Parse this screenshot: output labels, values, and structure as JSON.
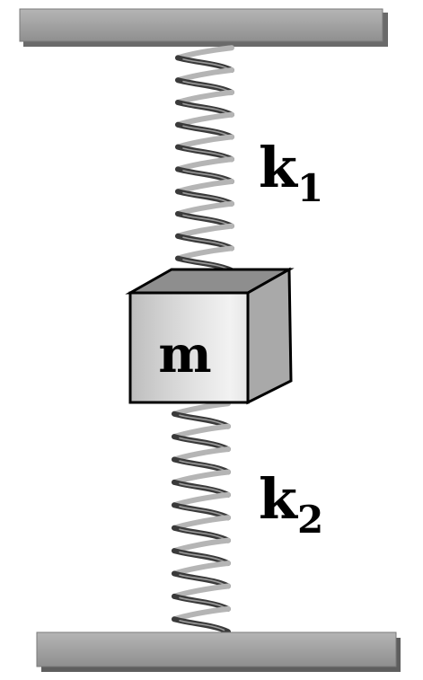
{
  "labels": {
    "top_spring_symbol": "k",
    "top_spring_subscript": "1",
    "bottom_spring_symbol": "k",
    "bottom_spring_subscript": "2",
    "mass": "m"
  },
  "colors": {
    "plate_fill": "#9c9c9c",
    "plate_shadow": "#555555",
    "spring_dark": "#3a3a3a",
    "spring_light": "#b8b8b8",
    "block_front": "#d9d9d9",
    "block_top": "#9e9e9e",
    "block_side": "#a8a8a8",
    "outline": "#000000"
  }
}
